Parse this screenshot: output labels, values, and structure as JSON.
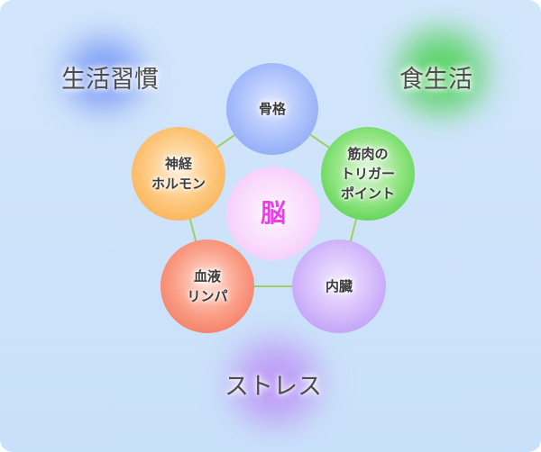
{
  "outer_labels": {
    "lifestyle": "生活習慣",
    "diet": "食生活",
    "stress": "ストレス"
  },
  "center": {
    "label": "脳"
  },
  "nodes": {
    "bone": "骨格",
    "trigger_point": "筋肉の\nトリガー\nポイント",
    "organs": "内臓",
    "blood_lymph": "血液\nリンパ",
    "nerve_hormone": "神経\nホルモン"
  },
  "colors": {
    "ring_line": "#9fcf5c",
    "brain_text": "#f03cf0",
    "background": "#cfe4fa"
  }
}
